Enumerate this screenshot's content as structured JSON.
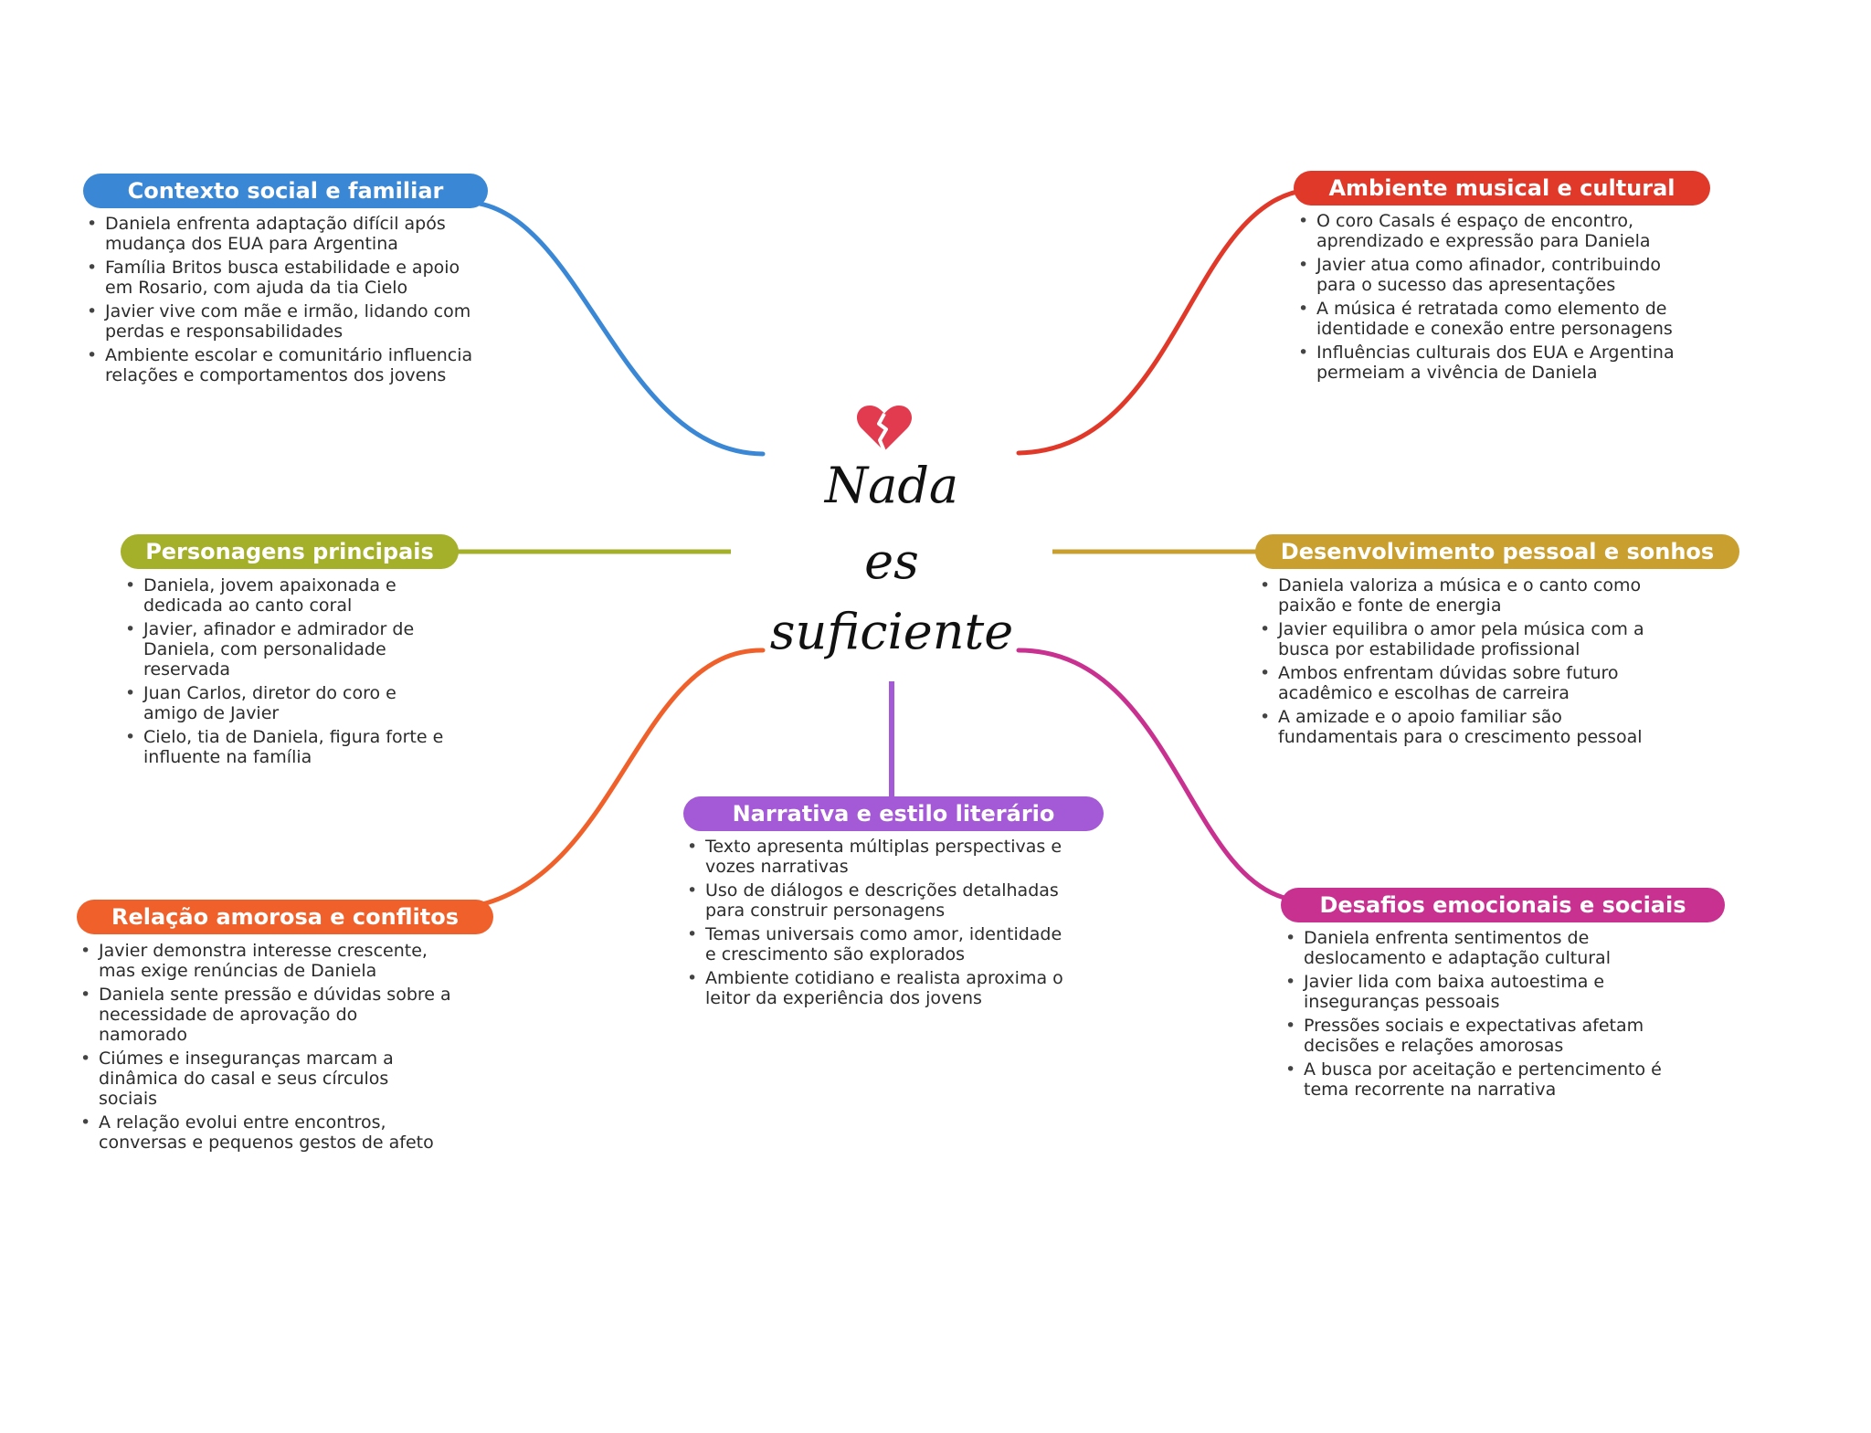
{
  "center": {
    "icon": "broken-heart-icon",
    "line1": "Nada",
    "line2": "es",
    "line3": "suficiente"
  },
  "branches": [
    {
      "id": "contexto",
      "title": "Contexto social e familiar",
      "color": "#3a87d6",
      "items": [
        "Daniela enfrenta adaptação difícil após mudança dos EUA para Argentina",
        "Família Britos busca estabilidade e apoio em Rosario, com ajuda da tia Cielo",
        "Javier vive com mãe e irmão, lidando com perdas e responsabilidades",
        "Ambiente escolar e comunitário influencia relações e comportamentos dos jovens"
      ]
    },
    {
      "id": "personagens",
      "title": "Personagens principais",
      "color": "#a4b02a",
      "items": [
        "Daniela, jovem apaixonada e dedicada ao canto coral",
        "Javier, afinador e admirador de Daniela, com personalidade reservada",
        "Juan Carlos, diretor do coro e amigo de Javier",
        "Cielo, tia de Daniela, figura forte e influente na família"
      ]
    },
    {
      "id": "relacao",
      "title": "Relação amorosa e conflitos",
      "color": "#f0602a",
      "items": [
        "Javier demonstra interesse crescente, mas exige renúncias de Daniela",
        "Daniela sente pressão e dúvidas sobre a necessidade de aprovação do namorado",
        "Ciúmes e inseguranças marcam a dinâmica do casal e seus círculos sociais",
        "A relação evolui entre encontros, conversas e pequenos gestos de afeto"
      ]
    },
    {
      "id": "narrativa",
      "title": "Narrativa e estilo literário",
      "color": "#a45ad6",
      "items": [
        "Texto apresenta múltiplas perspectivas e vozes narrativas",
        "Uso de diálogos e descrições detalhadas para construir personagens",
        "Temas universais como amor, identidade e crescimento são explorados",
        "Ambiente cotidiano e realista aproxima o leitor da experiência dos jovens"
      ]
    },
    {
      "id": "ambiente",
      "title": "Ambiente musical e cultural",
      "color": "#e0392a",
      "items": [
        "O coro Casals é espaço de encontro, aprendizado e expressão para Daniela",
        "Javier atua como afinador, contribuindo para o sucesso das apresentações",
        "A música é retratada como elemento de identidade e conexão entre personagens",
        "Influências culturais dos EUA e Argentina permeiam a vivência de Daniela"
      ]
    },
    {
      "id": "desenvolvimento",
      "title": "Desenvolvimento pessoal e sonhos",
      "color": "#c9a030",
      "items": [
        "Daniela valoriza a música e o canto como paixão e fonte de energia",
        "Javier equilibra o amor pela música com a busca por estabilidade profissional",
        "Ambos enfrentam dúvidas sobre futuro acadêmico e escolhas de carreira",
        "A amizade e o apoio familiar são fundamentais para o crescimento pessoal"
      ]
    },
    {
      "id": "desafios",
      "title": "Desafios emocionais e sociais",
      "color": "#c93190",
      "items": [
        "Daniela enfrenta sentimentos de deslocamento e adaptação cultural",
        "Javier lida com baixa autoestima e inseguranças pessoais",
        "Pressões sociais e expectativas afetam decisões e relações amorosas",
        "A busca por aceitação e pertencimento é tema recorrente na narrativa"
      ]
    }
  ]
}
